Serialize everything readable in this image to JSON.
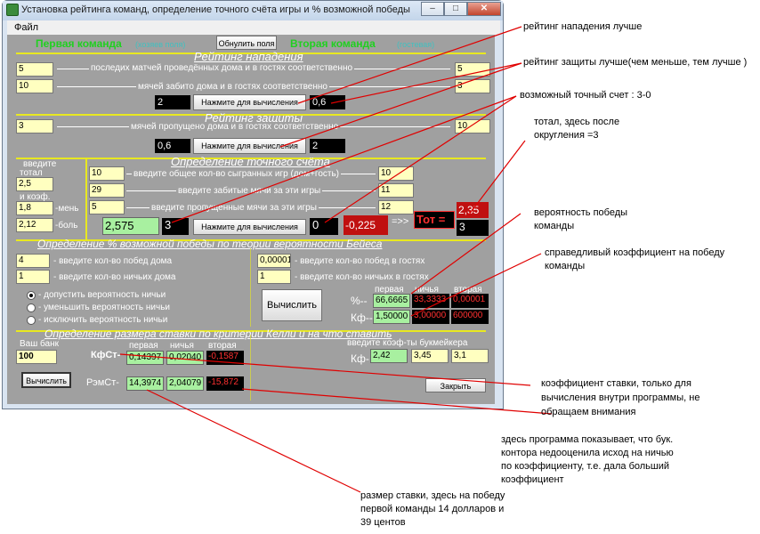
{
  "window": {
    "title": "Установка рейтинга команд, определение точного счёта игры и % возможной победы",
    "menu_file": "Файл",
    "caption_min": "–",
    "caption_max": "□",
    "caption_close": "✕"
  },
  "teams": {
    "first": "Первая команда",
    "first_sub": "(хозяев поля)",
    "clear_btn": "Обнулить поля",
    "second": "Вторая команда",
    "second_sub": "(гостевая)"
  },
  "attack": {
    "header": "Рейтинг нападения",
    "row1_label": "последих матчей проведённых дома и в гостях соответственно",
    "row1_left": "5",
    "row1_right": "5",
    "row2_label": "мячей забито дома и в гостях соответственно",
    "row2_left": "10",
    "row2_right": "3",
    "result_left": "2",
    "calc_btn": "Нажмите для вычисления",
    "result_right": "0,6"
  },
  "defense": {
    "header": "Рейтинг защиты",
    "row_label": "мячей пропущено дома и в гостях соответственно",
    "left": "3",
    "right": "10",
    "result_left": "0,6",
    "calc_btn": "Нажмите для вычисления",
    "result_right": "2"
  },
  "total": {
    "label1": "введите",
    "label2": "тотал",
    "value": "2,5",
    "koef_label": "и коэф.",
    "less_val": "1,8",
    "less_label": "-мень",
    "more_val": "2,12",
    "more_label": "-боль"
  },
  "exact": {
    "header": "Определение точного счёта",
    "row1_left": "10",
    "row1_label": "введите общее кол-во сыгранных игр (дом+гость)",
    "row1_right": "10",
    "row2_left": "29",
    "row2_label": "введите забитые мячи за эти игры",
    "row2_right": "11",
    "row3_left": "5",
    "row3_label": "введите пропущенные мячи за эти игры",
    "row3_right": "12",
    "green_val": "2,575",
    "black_left": "3",
    "calc_btn": "Нажмите для вычисления",
    "black_mid": "0",
    "red_val": "-0,225",
    "arrow": "=>>",
    "tot_label": "Тот =",
    "tot_val": "2,35",
    "tot_round": "3"
  },
  "bayes": {
    "header": "Определение % возможной победы по теории вероятности Бейеса",
    "wins_home_val": "4",
    "wins_home_label": "- введите кол-во побед дома",
    "draws_home_val": "1",
    "draws_home_label": "- введите кол-во ничьих дома",
    "wins_away_val": "0,00001",
    "wins_away_label": "- введите кол-во побед в гостях",
    "draws_away_val": "1",
    "draws_away_label": "- введите кол-во ничьих в гостях",
    "radio1": "- допустить вероятность ничьи",
    "radio2": "- уменьшить вероятность ничьи",
    "radio3": "- исключить вероятность ничьи",
    "calc_btn": "Вычислить",
    "col_first": "первая",
    "col_draw": "ничья",
    "col_second": "вторая",
    "pct_label": "%--",
    "pct_first": "66,6665",
    "pct_draw": "33,3333",
    "pct_second": "0,00001",
    "kf_label": "Кф--",
    "kf_first": "1,50000",
    "kf_draw": "3,00000",
    "kf_second": "600000"
  },
  "kelly": {
    "header": "Определение размера ставки по критерии Келли и на что ставить",
    "bank_label": "Ваш банк",
    "bank_val": "100",
    "col_first": "первая",
    "col_draw": "ничья",
    "col_second": "вторая",
    "kfst_label": "КфСт-",
    "kfst_first": "0,14397",
    "kfst_draw": "0,02040",
    "kfst_second": "-0,1587",
    "rzst_label": "РэмСт-",
    "rzst_first": "14,3974",
    "rzst_draw": "2,04079",
    "rzst_second": "-15,872",
    "calc_btn": "Вычислить",
    "bookie_label": "введите коэф-ты букмейкера",
    "bookie_kf": "Кф-",
    "bookie_first": "2,42",
    "bookie_draw": "3,45",
    "bookie_second": "3,1",
    "close_btn": "Закрыть"
  },
  "annotations": {
    "n1": "рейтинг нападения лучше",
    "n2": "рейтинг защиты лучше(чем меньше, тем лучше )",
    "n3": "возможный точный счет : 3-0",
    "n4a": "тотал, здесь после",
    "n4b": "округления =3",
    "n5a": "вероятность победы",
    "n5b": "команды",
    "n6a": "справедливый коэффициент на победу",
    "n6b": "команды",
    "n7a": "коэффициент ставки, только для",
    "n7b": "вычисления внутри программы, не",
    "n7c": "обращаем внимания",
    "n8a": "здесь программа показывает, что бук.",
    "n8b": "контора недооценила исход на ничью",
    "n8c": "по коэффициенту, т.е. дала больший",
    "n8d": "коэффициент",
    "n9a": "размер ставки, здесь на победу",
    "n9b": "первой команды 14 долларов и",
    "n9c": "39 центов"
  },
  "colors": {
    "arrow": "#e00000",
    "client_bg": "#a0a0a0",
    "separator": "#e8e820"
  }
}
